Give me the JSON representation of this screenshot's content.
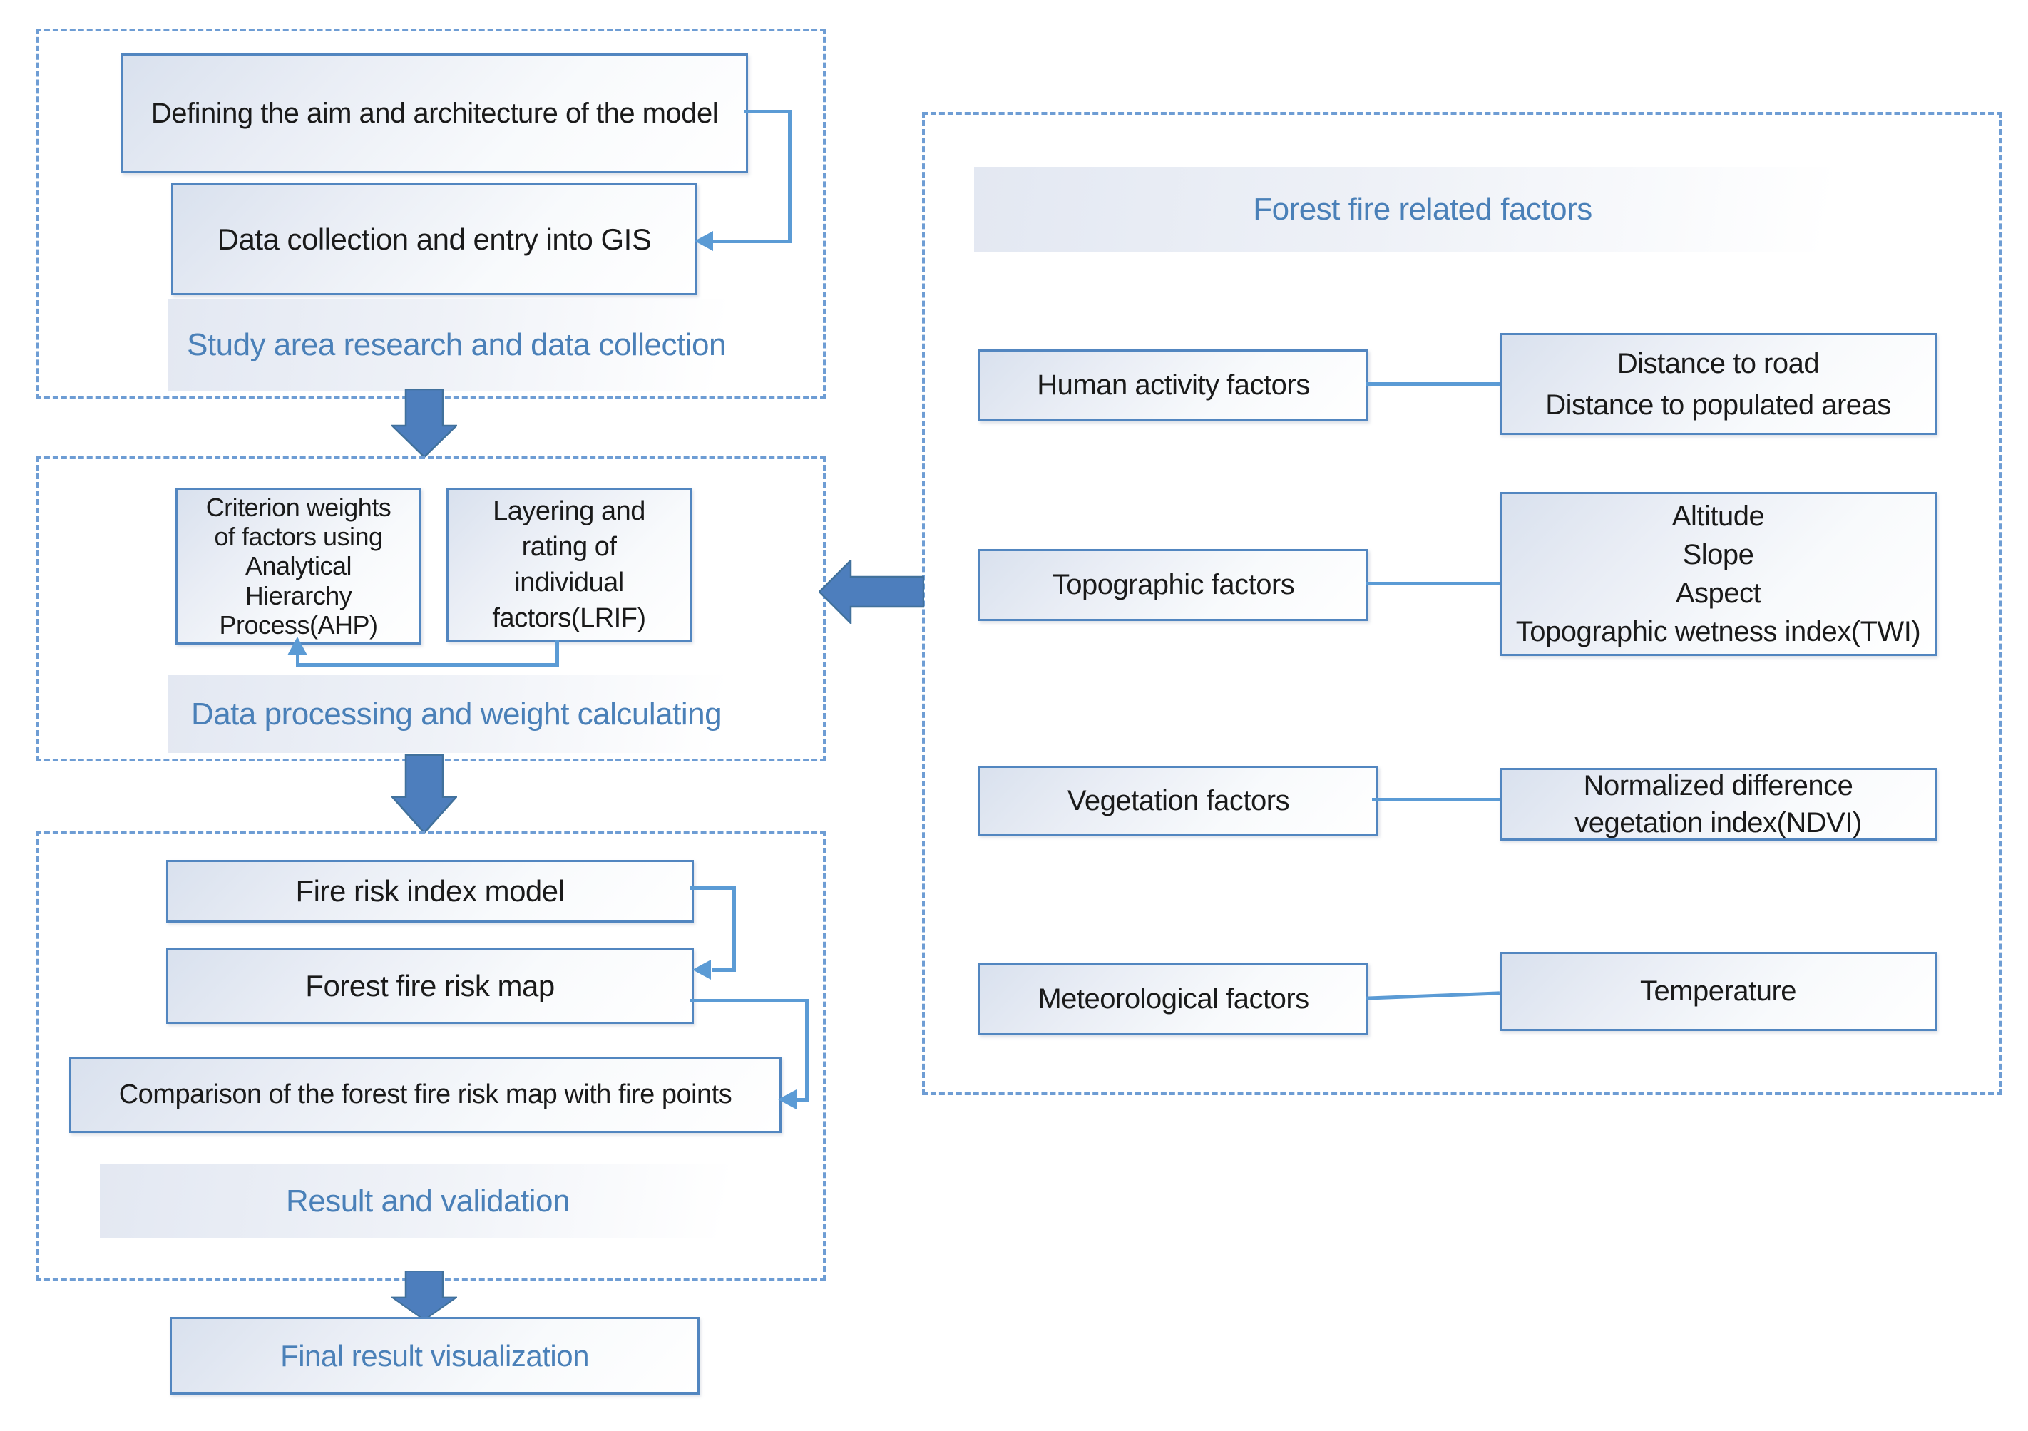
{
  "colors": {
    "accent_line": "#5b9bd5",
    "box_border": "#5286c0",
    "dashed_border": "#6e9dd4",
    "label_blue": "#4a80b8",
    "big_arrow_fill": "#4d7ebd",
    "big_arrow_stroke": "#41719c",
    "box_text": "#1a1a1a"
  },
  "left": {
    "phase1": {
      "box1": "Defining the aim and architecture of the model",
      "box2": "Data collection and entry into GIS",
      "label": "Study area research and data collection"
    },
    "phase2": {
      "box1": "Criterion weights\nof factors using\nAnalytical\nHierarchy\nProcess(AHP)",
      "box2": "Layering and\nrating of\nindividual\nfactors(LRIF)",
      "label": "Data processing and weight calculating"
    },
    "phase3": {
      "box1": "Fire risk index model",
      "box2": "Forest fire risk map",
      "box3": "Comparison of the forest fire risk map with fire points",
      "label": "Result and validation"
    },
    "final_box": "Final result visualization"
  },
  "right": {
    "title": "Forest fire related factors",
    "rows": [
      {
        "factor": "Human activity factors",
        "details": "Distance to road\nDistance to populated areas"
      },
      {
        "factor": "Topographic factors",
        "details": "Altitude\nSlope\nAspect\nTopographic wetness index(TWI)"
      },
      {
        "factor": "Vegetation factors",
        "details": "Normalized difference\nvegetation index(NDVI)"
      },
      {
        "factor": "Meteorological factors",
        "details": "Temperature"
      }
    ]
  }
}
